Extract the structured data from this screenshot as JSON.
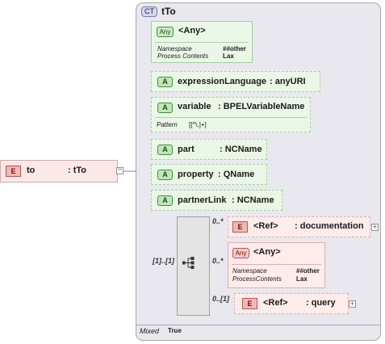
{
  "root_element": {
    "badge": "E",
    "name": "to",
    "type": ": tTo"
  },
  "complex_type": {
    "badge": "CT",
    "name": "tTo",
    "mixed_label": "Mixed",
    "mixed_value": "True"
  },
  "any_top": {
    "badge": "Any",
    "name": "<Any>",
    "ns_label": "Namespace",
    "ns_value": "##other",
    "pc_label": "Process Contents",
    "pc_value": "Lax"
  },
  "attributes": [
    {
      "badge": "A",
      "name": "expressionLanguage",
      "type": ": anyURI"
    },
    {
      "badge": "A",
      "name": "variable",
      "type": ": BPELVariableName",
      "pattern_label": "Pattern",
      "pattern_value": "[[^\\.]+]"
    },
    {
      "badge": "A",
      "name": "part",
      "type": ": NCName"
    },
    {
      "badge": "A",
      "name": "property",
      "type": ": QName"
    },
    {
      "badge": "A",
      "name": "partnerLink",
      "type": ": NCName"
    }
  ],
  "sequence": {
    "cardinality": "[1]..[1]"
  },
  "children": [
    {
      "badge": "E",
      "ref": "<Ref>",
      "name": ": documentation",
      "cardinality": "0..*"
    },
    {
      "badge": "Any",
      "name": "<Any>",
      "cardinality": "0..*",
      "ns_label": "Namespace",
      "ns_value": "##other",
      "pc_label": "ProcessContents",
      "pc_value": "Lax"
    },
    {
      "badge": "E",
      "ref": "<Ref>",
      "name": ": query",
      "cardinality": "0..[1]"
    }
  ],
  "colors": {
    "element_fill": "#fdecea",
    "attribute_fill": "#eaf7e6",
    "type_frame": "#e8e8ee"
  }
}
